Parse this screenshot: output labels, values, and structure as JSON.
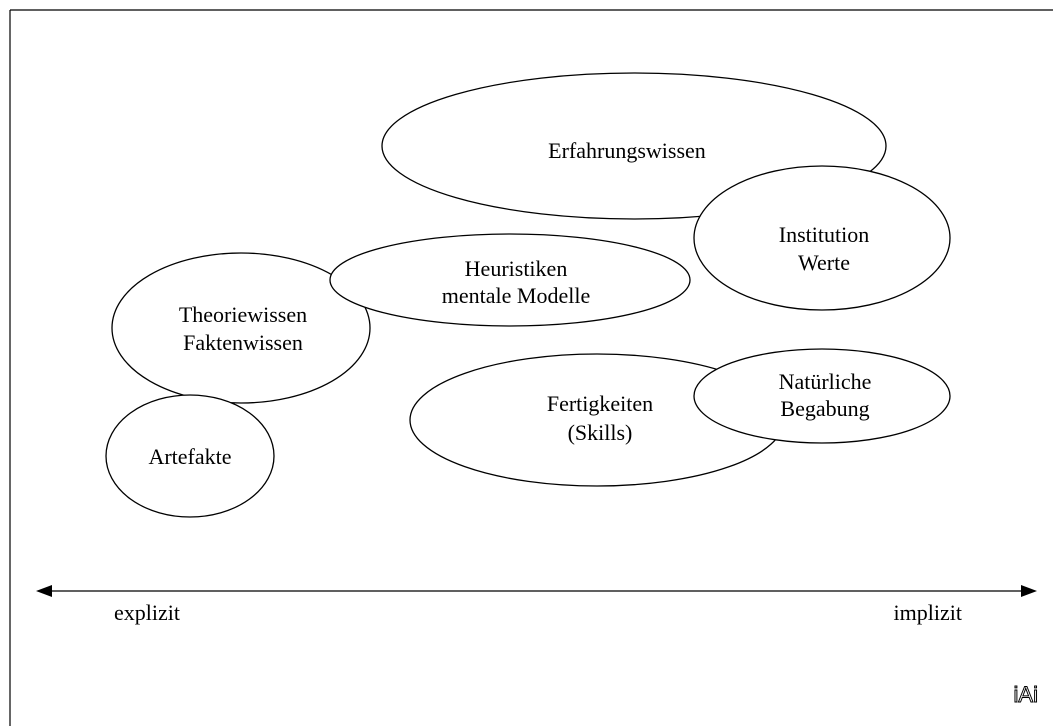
{
  "diagram": {
    "nodes": {
      "erfahrungswissen": [
        "Erfahrungswissen"
      ],
      "institution": [
        "Institution",
        "Werte"
      ],
      "heuristiken": [
        "Heuristiken",
        "mentale Modelle"
      ],
      "theoriewissen": [
        "Theoriewissen",
        "Faktenwissen"
      ],
      "artefakte": [
        "Artefakte"
      ],
      "fertigkeiten": [
        "Fertigkeiten",
        "(Skills)"
      ],
      "begabung": [
        "Natürliche",
        "Begabung"
      ]
    },
    "axis": {
      "left_label": "explizit",
      "right_label": "implizit"
    },
    "logo_text": "iAi"
  }
}
